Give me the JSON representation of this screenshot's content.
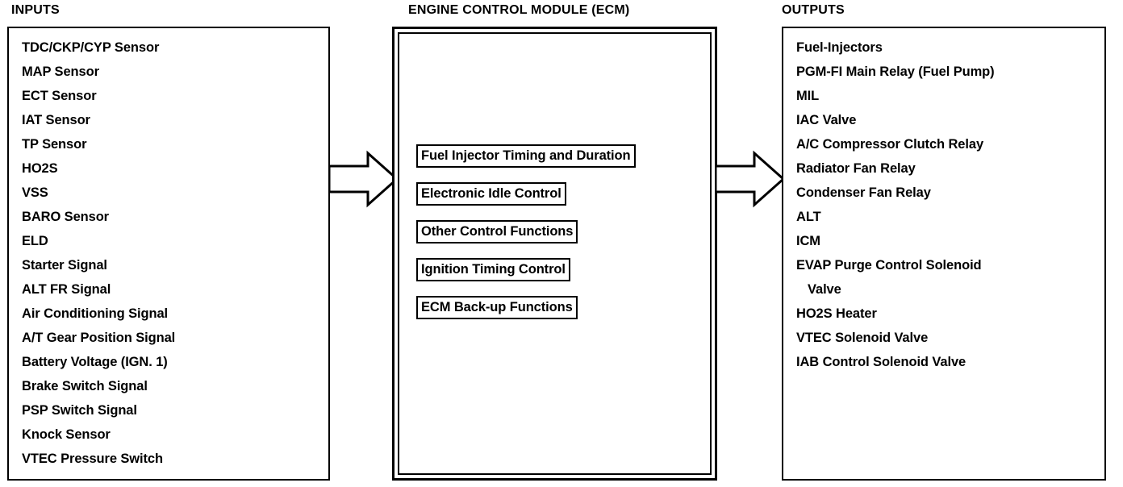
{
  "headings": {
    "inputs": "INPUTS",
    "ecm": "ENGINE CONTROL MODULE (ECM)",
    "outputs": "OUTPUTS"
  },
  "inputs": [
    "TDC/CKP/CYP Sensor",
    "MAP Sensor",
    "ECT Sensor",
    "IAT Sensor",
    "TP Sensor",
    "HO2S",
    "VSS",
    "BARO Sensor",
    "ELD",
    "Starter Signal",
    "ALT FR Signal",
    "Air Conditioning Signal",
    "A/T Gear Position Signal",
    "Battery Voltage (IGN. 1)",
    "Brake Switch Signal",
    "PSP Switch Signal",
    "Knock Sensor",
    "VTEC Pressure Switch"
  ],
  "ecm_functions": [
    "Fuel Injector Timing and Duration",
    "Electronic Idle Control",
    "Other Control Functions",
    "Ignition Timing Control",
    "ECM Back-up Functions"
  ],
  "outputs": [
    "Fuel-Injectors",
    "PGM-FI Main Relay (Fuel Pump)",
    "MIL",
    "IAC Valve",
    "A/C Compressor Clutch Relay",
    "Radiator Fan Relay",
    "Condenser Fan Relay",
    "ALT",
    "ICM",
    "EVAP Purge Control Solenoid",
    "Valve",
    "HO2S Heater",
    "VTEC Solenoid Valve",
    "IAB Control Solenoid Valve"
  ],
  "outputs_wrapped_indices": [
    10
  ],
  "arrows": [
    {
      "name": "arrow-inputs-to-ecm",
      "direction": "right"
    },
    {
      "name": "arrow-ecm-to-outputs",
      "direction": "right"
    }
  ],
  "colors": {
    "ink": "#000000",
    "paper": "#ffffff"
  }
}
